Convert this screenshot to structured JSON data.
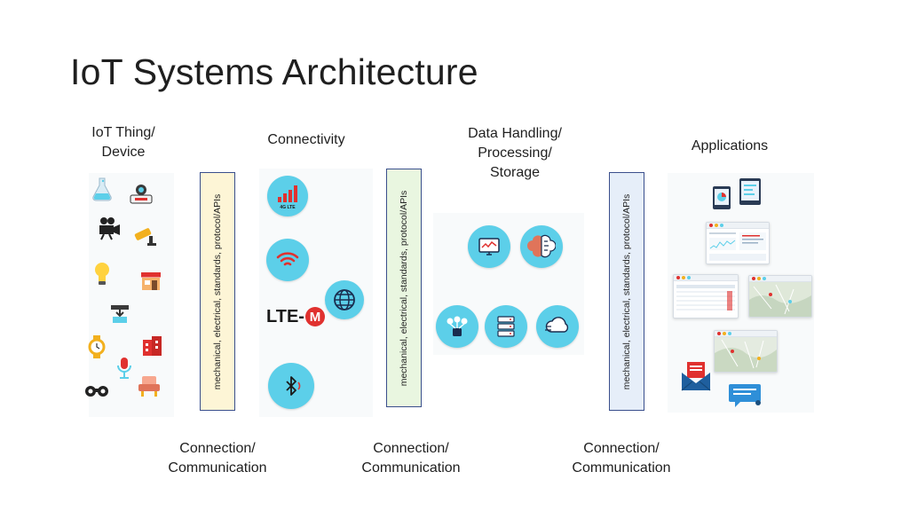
{
  "title": "IoT Systems Architecture",
  "columns": {
    "devices": {
      "heading_line1": "IoT Thing/",
      "heading_line2": "Device"
    },
    "connectivity": {
      "heading": "Connectivity",
      "lte_label": "4G LTE",
      "lte_m_text": "LTE-",
      "lte_m_badge": "M"
    },
    "data": {
      "heading_line1": "Data Handling/",
      "heading_line2": "Processing/",
      "heading_line3": "Storage"
    },
    "applications": {
      "heading": "Applications"
    }
  },
  "interfaces": {
    "bar_text": "mechanical, electrical, standards, protocol/APIs",
    "bars": [
      {
        "id": "bar-1",
        "fill": "#fdf5d6",
        "border": "#3a4f8c"
      },
      {
        "id": "bar-2",
        "fill": "#e9f6e0",
        "border": "#3a4f8c"
      },
      {
        "id": "bar-3",
        "fill": "#e6eef9",
        "border": "#3a4f8c"
      }
    ]
  },
  "connections": [
    {
      "line1": "Connection/",
      "line2": "Communication"
    },
    {
      "line1": "Connection/",
      "line2": "Communication"
    },
    {
      "line1": "Connection/",
      "line2": "Communication"
    }
  ],
  "icons": {
    "devices": [
      "flask-icon",
      "projector-icon",
      "video-camera-icon",
      "security-camera-icon",
      "lightbulb-icon",
      "storefront-icon",
      "dispenser-icon",
      "watch-icon",
      "building-icon",
      "microphone-icon",
      "binoculars-icon",
      "armchair-icon"
    ],
    "connectivity": [
      "lte-signal-icon",
      "wifi-icon",
      "globe-network-icon",
      "lte-m-logo",
      "bluetooth-icon"
    ],
    "data": [
      "monitor-analytics-icon",
      "brain-icon",
      "network-hub-icon",
      "server-icon",
      "cloud-icon"
    ],
    "applications": [
      "tablet-icon",
      "tablet-chart-icon",
      "dashboard-screenshot",
      "table-screenshot",
      "map-screenshot",
      "map-screenshot-2",
      "email-icon",
      "chat-icon"
    ]
  },
  "colors": {
    "accent_blue": "#5ccfe9",
    "signal_red": "#e0312f",
    "dark_text": "#1f1f1f"
  }
}
